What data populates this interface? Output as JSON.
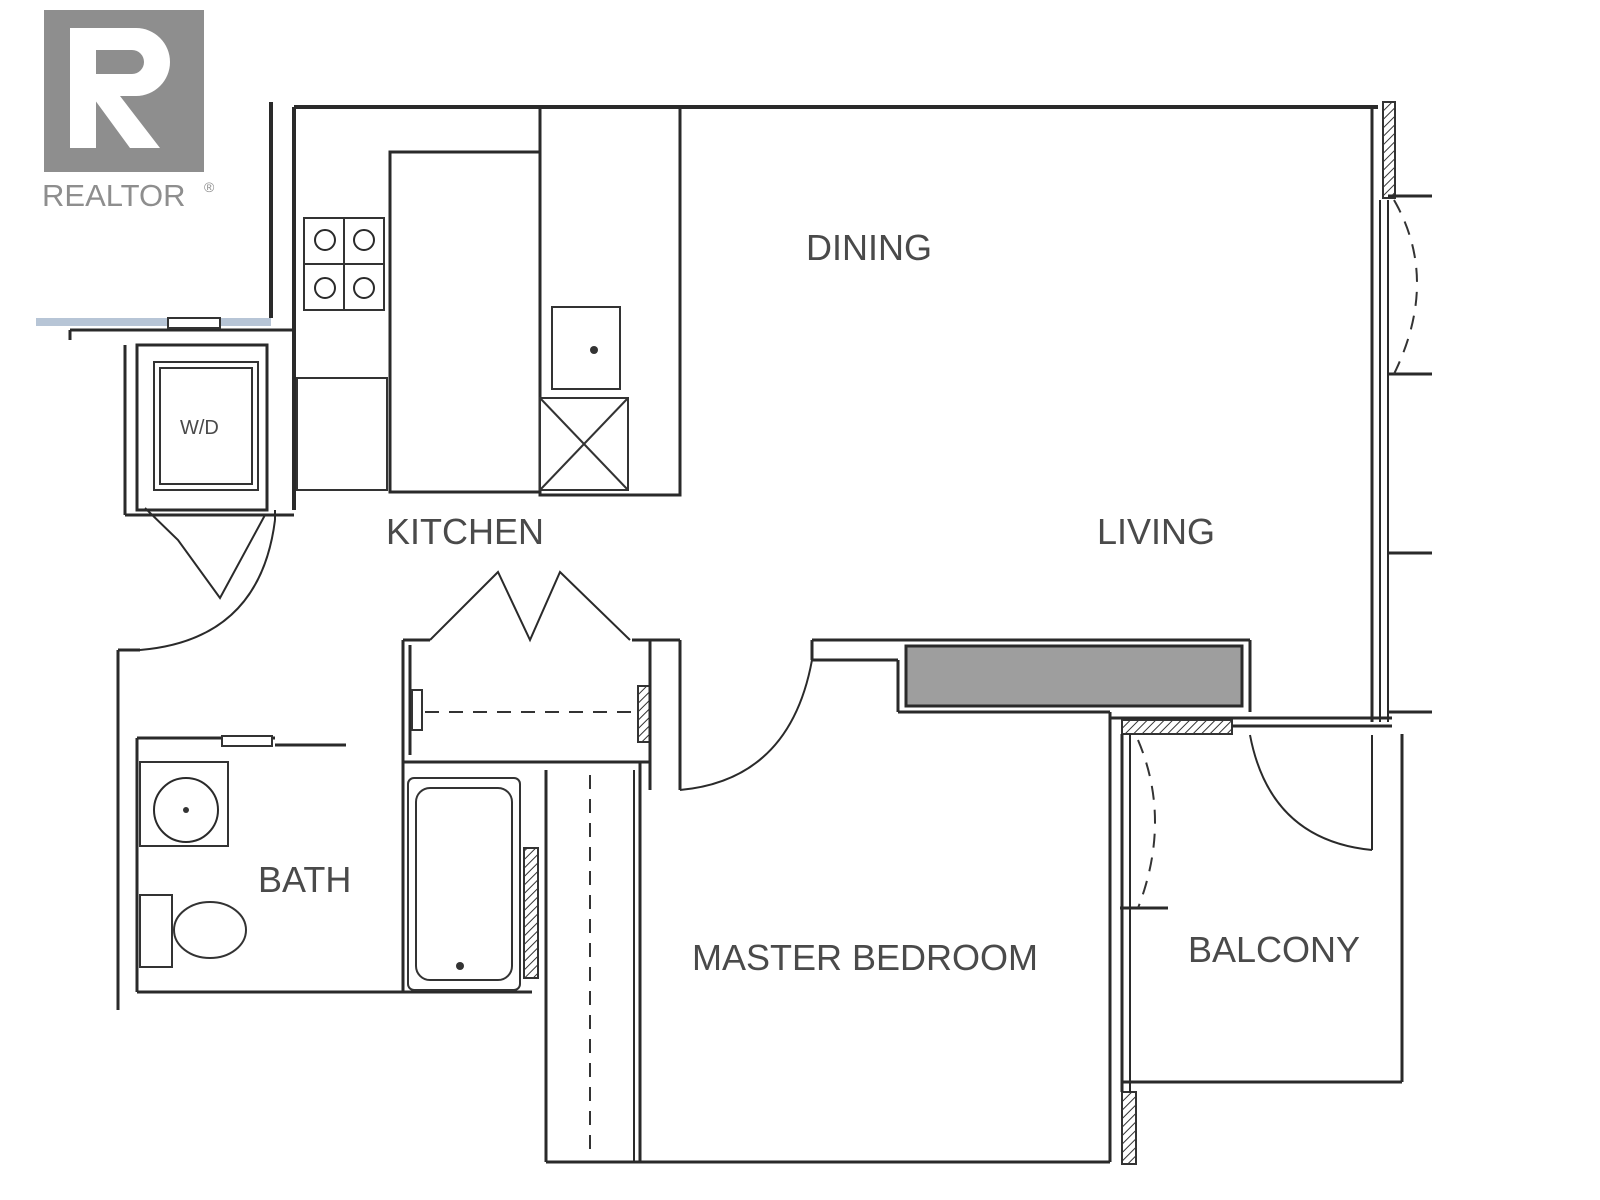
{
  "logo": {
    "text": "REALTOR",
    "reg_mark": "®",
    "color": "#8e8e8e"
  },
  "rooms": {
    "dining": "DINING",
    "kitchen": "KITCHEN",
    "living": "LIVING",
    "bath": "BATH",
    "master_bedroom": "MASTER BEDROOM",
    "balcony": "BALCONY"
  },
  "fixtures": {
    "washer_dryer": "W/D"
  },
  "colors": {
    "wall": "#2a2a2a",
    "counter_fill": "#9e9e9e",
    "label": "#4a4a4a"
  }
}
